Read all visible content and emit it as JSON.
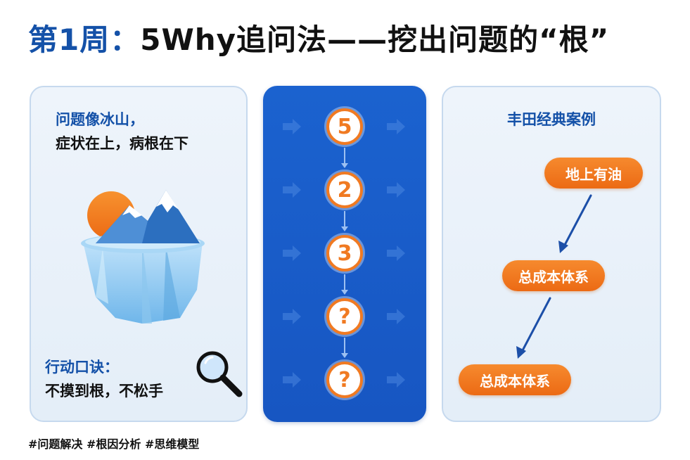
{
  "title": {
    "week": "第1周：",
    "rest": "5Why追问法——挖出问题的“根”"
  },
  "left_panel": {
    "line1": "问题像冰山，",
    "line2": "症状在上，病根在下",
    "line3": "行动口诀：",
    "line4": "不摸到根，不松手",
    "illustration": "iceberg-icon",
    "tool_icon": "magnifier-icon"
  },
  "middle_panel": {
    "steps": [
      "5",
      "2",
      "3",
      "?",
      "?"
    ]
  },
  "right_panel": {
    "title": "丰田经典案例",
    "nodes": [
      "地上有油",
      "总成本体系",
      "总成本体系"
    ]
  },
  "tags": "#问题解决 #根因分析 #思维模型",
  "colors": {
    "brand_blue": "#1451a8",
    "panel_blue": "#1b62cf",
    "accent_orange": "#f07a22"
  }
}
